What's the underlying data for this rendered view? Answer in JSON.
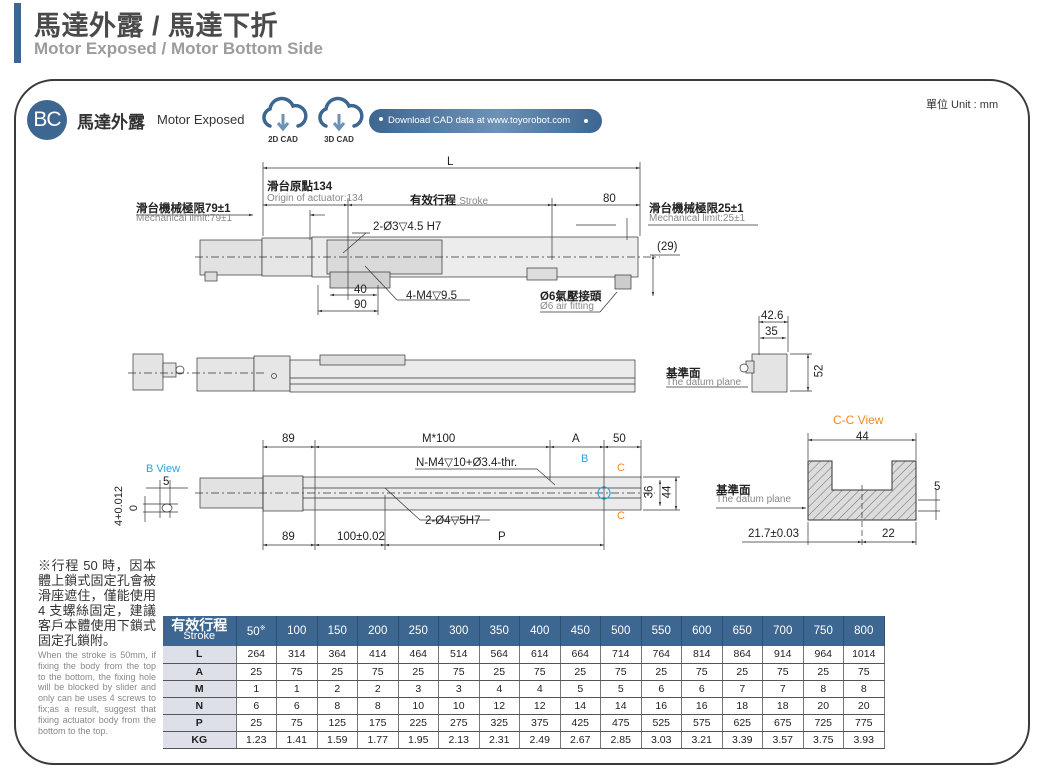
{
  "header": {
    "title_zh": "馬達外露 / 馬達下折",
    "title_en": "Motor Exposed / Motor Bottom Side"
  },
  "section": {
    "badge": "BC",
    "title_zh": "馬達外露",
    "title_en": "Motor Exposed",
    "cad_buttons": [
      {
        "label": "2D CAD",
        "icon": "cloud-download-icon"
      },
      {
        "label": "3D CAD",
        "icon": "cloud-download-icon"
      }
    ],
    "download_text": "Download CAD data at www.toyorobot.com",
    "unit": "單位 Unit : mm"
  },
  "top_view": {
    "L": "L",
    "origin_zh": "滑台原點134",
    "origin_en": "Origin of actuator:134",
    "stroke_zh": "有效行程",
    "stroke_en": "Stroke",
    "dim_80": "80",
    "mech_left_zh": "滑台機械極限79±1",
    "mech_left_en": "Mechanical limit:79±1",
    "mech_right_zh": "滑台機械極限25±1",
    "mech_right_en": "Mechanical limit:25±1",
    "pin_hole": "2-Ø3▽4.5 H7",
    "dim_29": "(29)",
    "dim_40": "40",
    "dim_90": "90",
    "tap": "4-M4▽9.5",
    "air_zh": "Ø6氣壓接頭",
    "air_en": "Ø6 air fitting"
  },
  "end_view": {
    "dim_426": "42.6",
    "dim_35": "35",
    "dim_52": "52",
    "datum_zh": "基準面",
    "datum_en": "The datum plane"
  },
  "bottom_view": {
    "dim_89_top": "89",
    "m100": "M*100",
    "A": "A",
    "dim_50": "50",
    "n_tap": "N-M4▽10+Ø3.4-thr.",
    "B": "B",
    "C": "C",
    "dim_36": "36",
    "dim_44": "44",
    "pin": "2-Ø4▽5H7",
    "dim_89_bottom": "89",
    "dim_100": "100±0.02",
    "P": "P",
    "b_view": "B View",
    "b_view_5": "5",
    "b_view_tol": "4+0.012",
    "b_view_0": "0"
  },
  "cc_view": {
    "title": "C-C View",
    "dim_44": "44",
    "dim_5": "5",
    "dim_217": "21.7±0.03",
    "dim_22": "22",
    "datum_zh": "基準面",
    "datum_en": "The datum plane"
  },
  "note": {
    "zh": "※行程 50 時，因本體上鎖式固定孔會被滑座遮住，僅能使用 4 支螺絲固定，建議客戶本體使用下鎖式固定孔鎖附。",
    "en": "When the stroke is 50mm, if fixing the body from the top to the bottom, the fixing hole will be blocked by slider and only can be uses 4 screws to fix;as a result, suggest that fixing actuator body from the bottom to the top."
  },
  "table": {
    "header_zh": "有效行程",
    "header_en": "Stroke",
    "strokes": [
      "50",
      "100",
      "150",
      "200",
      "250",
      "300",
      "350",
      "400",
      "450",
      "500",
      "550",
      "600",
      "650",
      "700",
      "750",
      "800"
    ],
    "first_mark": "※",
    "rows": [
      {
        "label": "L",
        "values": [
          "264",
          "314",
          "364",
          "414",
          "464",
          "514",
          "564",
          "614",
          "664",
          "714",
          "764",
          "814",
          "864",
          "914",
          "964",
          "1014"
        ]
      },
      {
        "label": "A",
        "values": [
          "25",
          "75",
          "25",
          "75",
          "25",
          "75",
          "25",
          "75",
          "25",
          "75",
          "25",
          "75",
          "25",
          "75",
          "25",
          "75"
        ]
      },
      {
        "label": "M",
        "values": [
          "1",
          "1",
          "2",
          "2",
          "3",
          "3",
          "4",
          "4",
          "5",
          "5",
          "6",
          "6",
          "7",
          "7",
          "8",
          "8"
        ]
      },
      {
        "label": "N",
        "values": [
          "6",
          "6",
          "8",
          "8",
          "10",
          "10",
          "12",
          "12",
          "14",
          "14",
          "16",
          "16",
          "18",
          "18",
          "20",
          "20"
        ]
      },
      {
        "label": "P",
        "values": [
          "25",
          "75",
          "125",
          "175",
          "225",
          "275",
          "325",
          "375",
          "425",
          "475",
          "525",
          "575",
          "625",
          "675",
          "725",
          "775"
        ]
      },
      {
        "label": "KG",
        "values": [
          "1.23",
          "1.41",
          "1.59",
          "1.77",
          "1.95",
          "2.13",
          "2.31",
          "2.49",
          "2.67",
          "2.85",
          "3.03",
          "3.21",
          "3.39",
          "3.57",
          "3.75",
          "3.93"
        ]
      }
    ]
  },
  "colors": {
    "brand": "#3d6690",
    "b_view": "#29a5dc",
    "c_view": "#f08a1c"
  }
}
